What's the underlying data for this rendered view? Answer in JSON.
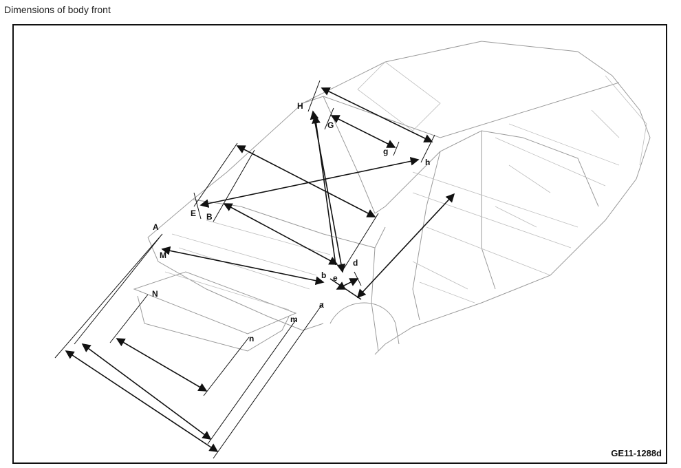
{
  "title": "Dimensions of body front",
  "figure_code": "GE11-1288d",
  "point_labels": {
    "A": "A",
    "B": "B",
    "E": "E",
    "H": "H",
    "G": "G",
    "g": "g",
    "h": "h",
    "M": "M",
    "N": "N",
    "n": "n",
    "m": "m",
    "a": "a",
    "b": "b",
    "e": "e",
    "d": "d"
  }
}
